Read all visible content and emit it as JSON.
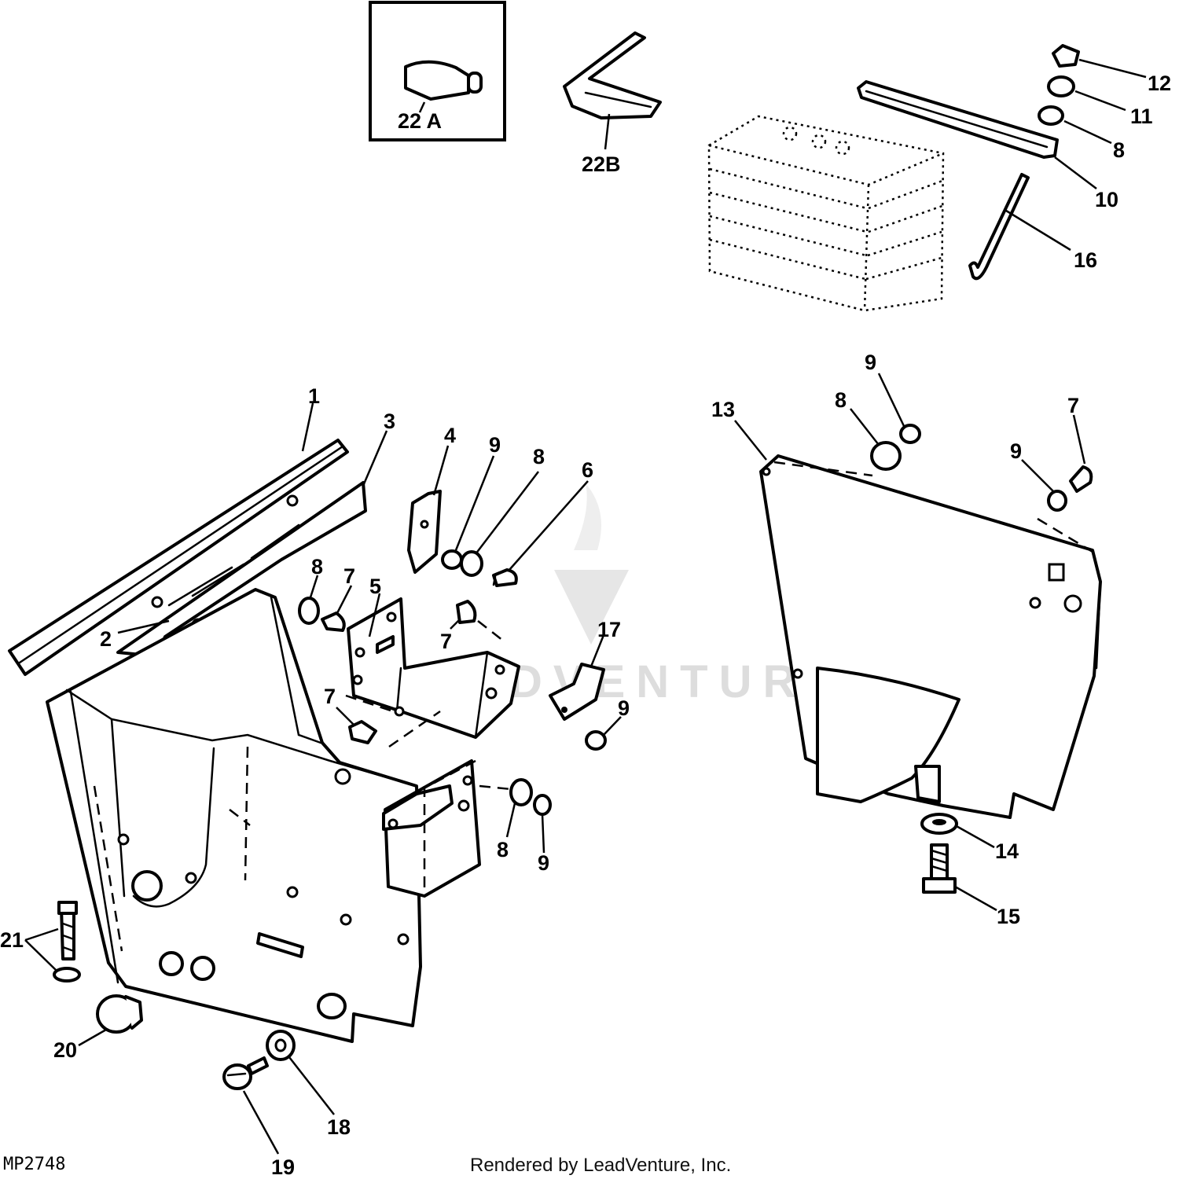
{
  "diagram_id": "MP2748",
  "credit": "Rendered by LeadVenture, Inc.",
  "watermark": "LEADVENTURE",
  "inset_label": "22 A",
  "callouts": [
    {
      "id": "c1",
      "text": "1"
    },
    {
      "id": "c2",
      "text": "2"
    },
    {
      "id": "c3",
      "text": "3"
    },
    {
      "id": "c4",
      "text": "4"
    },
    {
      "id": "c5",
      "text": "5"
    },
    {
      "id": "c6",
      "text": "6"
    },
    {
      "id": "c7a",
      "text": "7"
    },
    {
      "id": "c7b",
      "text": "7"
    },
    {
      "id": "c7c",
      "text": "7"
    },
    {
      "id": "c7d",
      "text": "7"
    },
    {
      "id": "c8a",
      "text": "8"
    },
    {
      "id": "c8b",
      "text": "8"
    },
    {
      "id": "c8c",
      "text": "8"
    },
    {
      "id": "c8d",
      "text": "8"
    },
    {
      "id": "c9a",
      "text": "9"
    },
    {
      "id": "c9b",
      "text": "9"
    },
    {
      "id": "c9c",
      "text": "9"
    },
    {
      "id": "c9d",
      "text": "9"
    },
    {
      "id": "c9e",
      "text": "9"
    },
    {
      "id": "c10",
      "text": "10"
    },
    {
      "id": "c11",
      "text": "11"
    },
    {
      "id": "c12",
      "text": "12"
    },
    {
      "id": "c13",
      "text": "13"
    },
    {
      "id": "c14",
      "text": "14"
    },
    {
      "id": "c15",
      "text": "15"
    },
    {
      "id": "c16",
      "text": "16"
    },
    {
      "id": "c17",
      "text": "17"
    },
    {
      "id": "c18",
      "text": "18"
    },
    {
      "id": "c19",
      "text": "19"
    },
    {
      "id": "c20",
      "text": "20"
    },
    {
      "id": "c21",
      "text": "21"
    },
    {
      "id": "c22b",
      "text": "22B"
    }
  ]
}
